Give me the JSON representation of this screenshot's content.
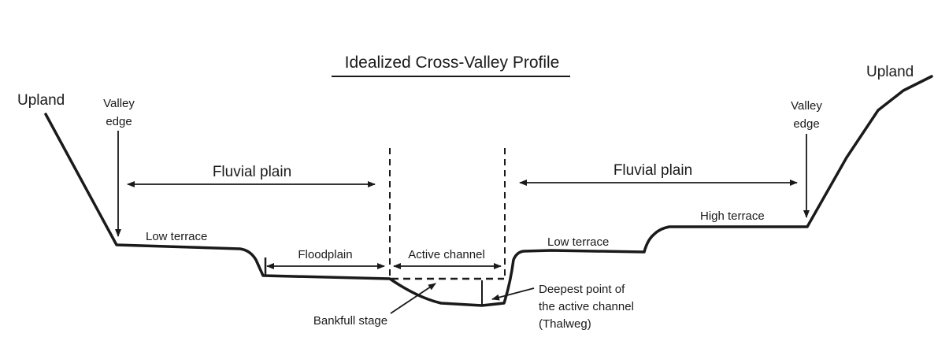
{
  "diagram": {
    "title": "Idealized Cross-Valley Profile",
    "labels": {
      "upland_left": "Upland",
      "upland_right": "Upland",
      "valley_edge_left_line1": "Valley",
      "valley_edge_left_line2": "edge",
      "valley_edge_right_line1": "Valley",
      "valley_edge_right_line2": "edge",
      "fluvial_plain_left": "Fluvial plain",
      "fluvial_plain_right": "Fluvial plain",
      "low_terrace_left": "Low terrace",
      "low_terrace_right": "Low terrace",
      "high_terrace": "High terrace",
      "floodplain": "Floodplain",
      "active_channel": "Active channel",
      "bankfull_stage": "Bankfull stage",
      "thalweg_line1": "Deepest point of",
      "thalweg_line2": "the active channel",
      "thalweg_line3": "(Thalweg)"
    }
  }
}
